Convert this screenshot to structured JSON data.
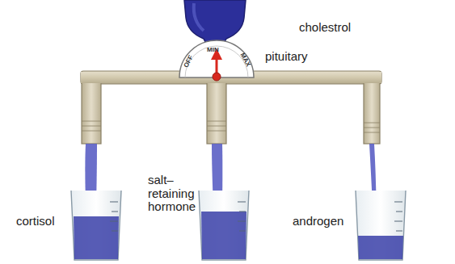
{
  "diagram": {
    "labels": [
      "cholestrol",
      "MIN",
      "OFF",
      "MAX",
      "pituitary",
      "cortisol",
      "salt–retaining hormone",
      "androgen"
    ]
  }
}
